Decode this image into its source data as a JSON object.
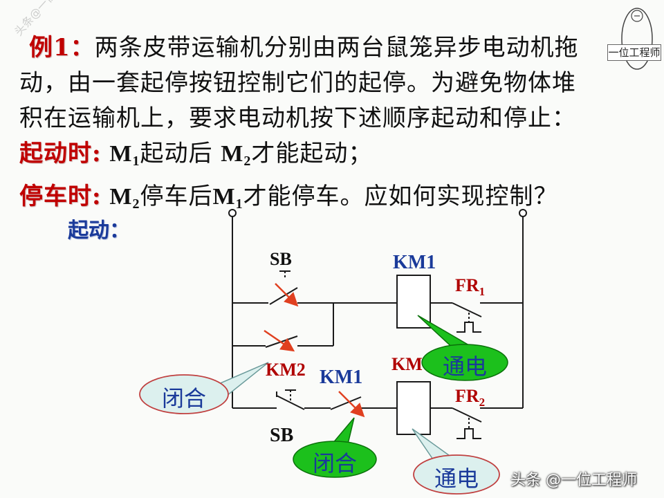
{
  "problem": {
    "example_label": "例1：",
    "line1_text": "两条皮带运输机分别由两台鼠笼异步电动机拖",
    "line2_text": "动，由一套起停按钮控制它们的起停。为避免物体堆",
    "line3_text": "积在运输机上，要求电动机按下述顺序起动和停止：",
    "start_label": "起动时:",
    "start_m1": "M",
    "start_m1_sub": "1",
    "start_mid": "起动后",
    "start_m2": "M",
    "start_m2_sub": "2",
    "start_tail": "才能起动；",
    "stop_label": "停车时:",
    "stop_m2": "M",
    "stop_m2_sub": "2",
    "stop_mid": "停车后",
    "stop_m1": "M",
    "stop_m1_sub": "1",
    "stop_tail": "才能停车。应如何实现控制？"
  },
  "circuit": {
    "title": "起动：",
    "sb_top": "SB",
    "km1_coil_label": "KM1",
    "fr1_main": "FR",
    "fr1_sub": "1",
    "km2_contact_label": "KM2",
    "km1_contact_label": "KM1",
    "km2_coil_label": "KM",
    "fr2_main": "FR",
    "fr2_sub": "2",
    "sb_bottom": "SB"
  },
  "callouts": {
    "energized_top": "通电",
    "closed_left": "闭合",
    "closed_bottom": "闭合",
    "energized_bottom": "通电"
  },
  "branding": {
    "logo_text": "一位工程师",
    "watermark": "头条@一位工程师",
    "footer": "头条 @一位工程师"
  },
  "colors": {
    "wire": "#1a1a1a",
    "label_blue": "#1a3a9a",
    "label_red": "#b00000",
    "arrow_red": "#e04020",
    "bubble_green": "#1cc01c",
    "bubble_pink": "#dcf0ee"
  }
}
